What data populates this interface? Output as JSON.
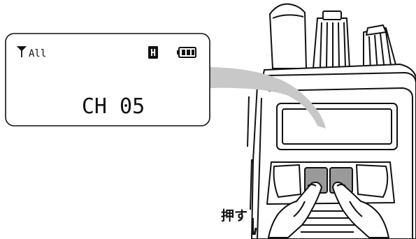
{
  "display": {
    "signal_label": "All",
    "power_badge": "H",
    "channel_text": "CH 05",
    "icons": {
      "signal": "antenna-icon",
      "power": "power-level-h-icon",
      "battery": "battery-icon"
    }
  },
  "annotation": {
    "press_label": "押す"
  },
  "colors": {
    "highlight_buttons": "#9a9a9a",
    "speech_beam": "#c8c8c8",
    "line": "#111111",
    "background": "#ffffff"
  }
}
